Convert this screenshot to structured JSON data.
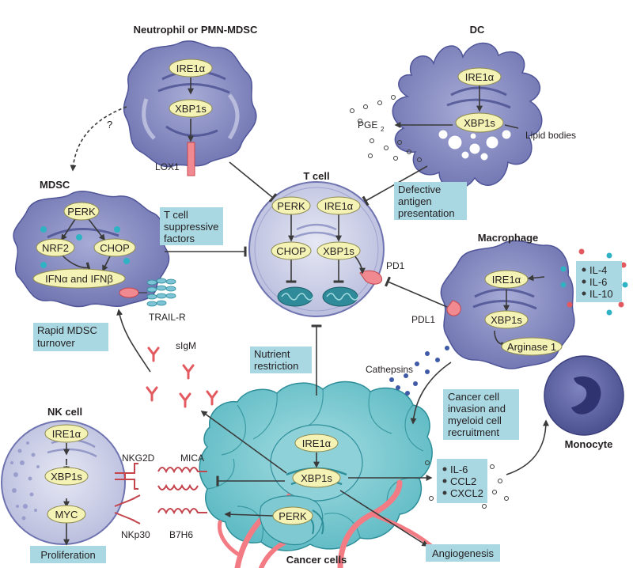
{
  "colors": {
    "cell_purple": "#8a8fc4",
    "cell_purple_dark": "#5d639e",
    "tcell_fill": "#d6d9ec",
    "nk_fill": "#c9cde6",
    "cancer_teal": "#62c0c9",
    "cancer_teal_light": "#a7dde2",
    "node_yellow": "#f4f2b4",
    "box_blue": "#a9d8e3",
    "sigm_red": "#e25a5f",
    "vessel_red": "#f27b84",
    "mito_teal": "#2f8b9a",
    "arrow_grey": "#4a4a4a"
  },
  "cells": {
    "neutrophil": {
      "title": "Neutrophil or PMN-MDSC",
      "ire1a": "IRE1α",
      "xbp1s": "XBP1s",
      "lox1": "LOX1"
    },
    "dc": {
      "title": "DC",
      "ire1a": "IRE1α",
      "xbp1s": "XBP1s",
      "pge2": "PGE",
      "pge2_sub": "2",
      "lipid_bodies": "Lipid bodies"
    },
    "mdsc": {
      "title": "MDSC",
      "perk": "PERK",
      "nrf2": "NRF2",
      "chop": "CHOP",
      "ifn": "IFNα and IFNβ",
      "trail_r": "TRAIL-R",
      "question": "?"
    },
    "tcell": {
      "title": "T cell",
      "perk": "PERK",
      "ire1a": "IRE1α",
      "chop": "CHOP",
      "xbp1s": "XBP1s",
      "pd1": "PD1"
    },
    "macrophage": {
      "title": "Macrophage",
      "ire1a": "IRE1α",
      "xbp1s": "XBP1s",
      "arginase": "Arginase 1",
      "pdl1": "PDL1",
      "cytokines": [
        "IL-4",
        "IL-6",
        "IL-10"
      ]
    },
    "nk": {
      "title": "NK cell",
      "ire1a": "IRE1α",
      "xbp1s": "XBP1s",
      "myc": "MYC",
      "nkg2d": "NKG2D",
      "nkp30": "NKp30",
      "mica": "MICA",
      "b7h6": "B7H6"
    },
    "cancer": {
      "title": "Cancer cells",
      "ire1a": "IRE1α",
      "xbp1s": "XBP1s",
      "perk": "PERK",
      "cytokines": [
        "IL-6",
        "CCL2",
        "CXCL2"
      ]
    },
    "monocyte": {
      "title": "Monocyte"
    }
  },
  "labels": {
    "cathepsins": "Cathepsins",
    "sigm": "sIgM"
  },
  "boxes": {
    "defective": [
      "Defective",
      "antigen",
      "presentation"
    ],
    "suppressive": [
      "T cell",
      "suppressive",
      "factors"
    ],
    "turnover": [
      "Rapid MDSC",
      "turnover"
    ],
    "nutrient": [
      "Nutrient",
      "restriction"
    ],
    "invasion": [
      "Cancer cell",
      "invasion and",
      "myeloid cell",
      "recruitment"
    ],
    "proliferation": "Proliferation",
    "angiogenesis": "Angiogenesis"
  }
}
